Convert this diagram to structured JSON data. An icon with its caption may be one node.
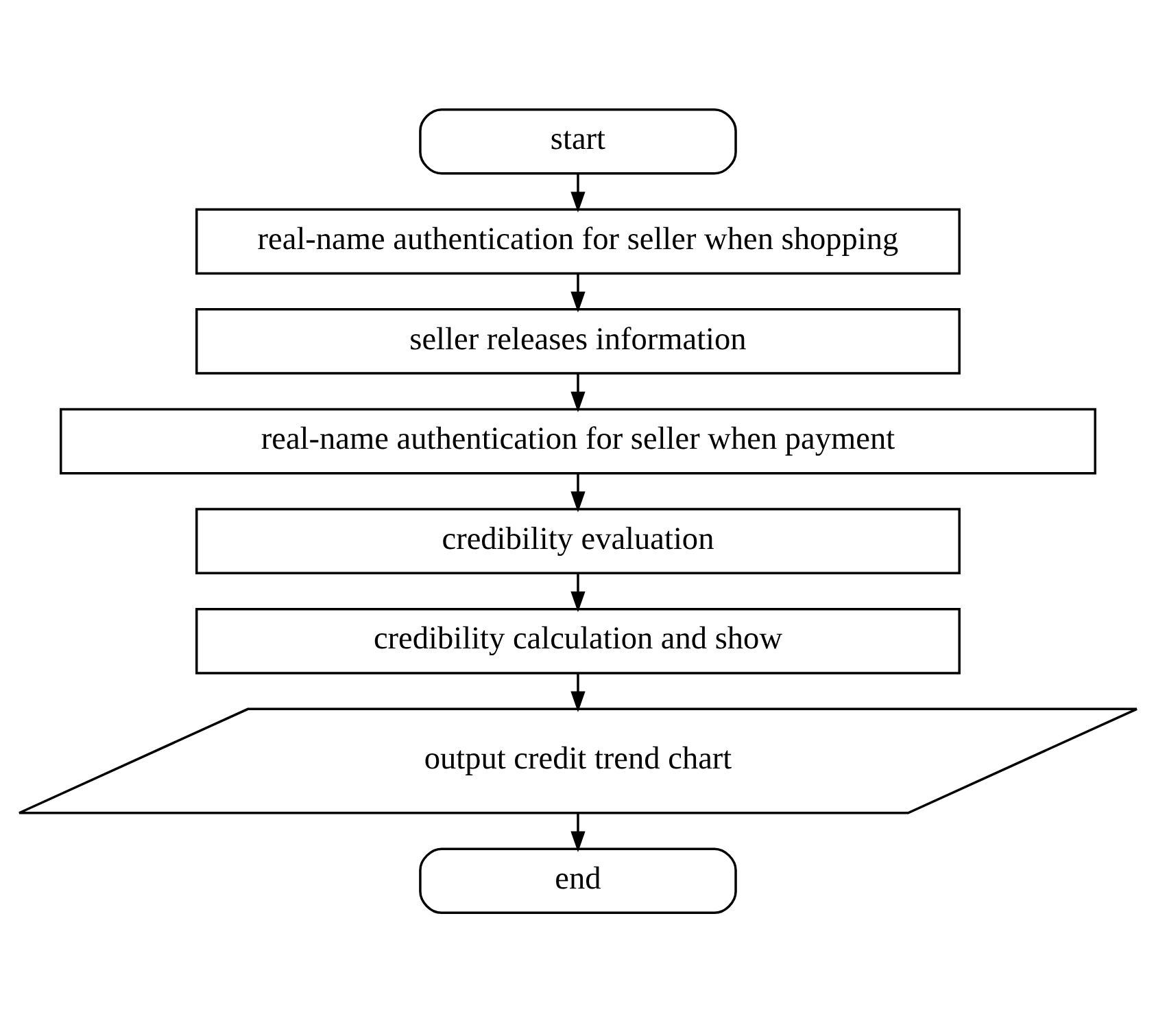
{
  "diagram": {
    "nodes": [
      {
        "text": [
          "start"
        ]
      },
      {
        "text": [
          "real-name authentication for seller when shopping"
        ]
      },
      {
        "text": [
          "seller releases information"
        ]
      },
      {
        "text": [
          "real-name authentication for seller when payment"
        ]
      },
      {
        "text": [
          "credibility evaluation"
        ]
      },
      {
        "text": [
          "credibility calculation and show"
        ]
      },
      {
        "text": [
          "output credit trend chart"
        ]
      },
      {
        "text": [
          "end"
        ]
      }
    ],
    "edges": [
      {
        "from": 0,
        "to": 1,
        "arrow": "to"
      },
      {
        "from": 1,
        "to": 2,
        "arrow": "to"
      },
      {
        "from": 2,
        "to": 3,
        "arrow": "to"
      },
      {
        "from": 3,
        "to": 4,
        "arrow": "to"
      },
      {
        "from": 4,
        "to": 5,
        "arrow": "to"
      },
      {
        "from": 5,
        "to": 6,
        "arrow": "to"
      },
      {
        "from": 6,
        "to": 7,
        "arrow": "to"
      }
    ]
  }
}
